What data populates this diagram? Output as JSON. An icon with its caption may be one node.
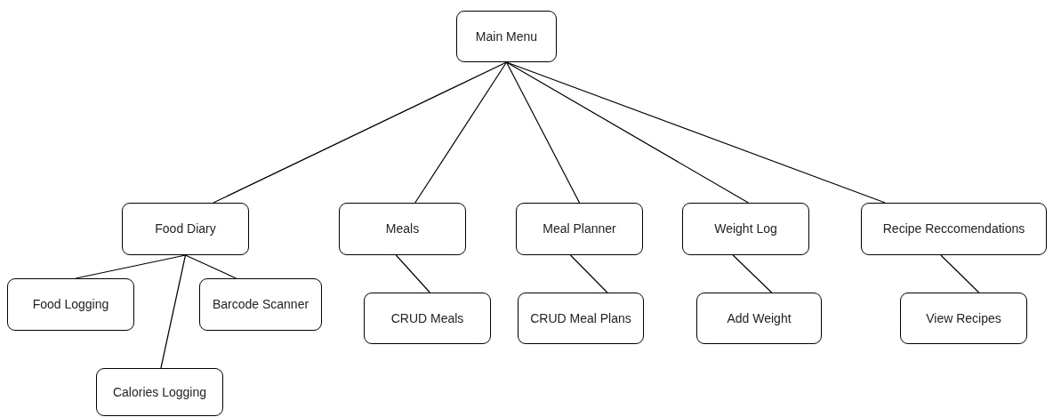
{
  "diagram": {
    "nodes": [
      {
        "text": [
          "Main Menu"
        ]
      },
      {
        "text": [
          "Food Diary"
        ]
      },
      {
        "text": [
          "Meals"
        ]
      },
      {
        "text": [
          "Meal Planner"
        ]
      },
      {
        "text": [
          "Weight Log"
        ]
      },
      {
        "text": [
          "Recipe Reccomendations"
        ]
      },
      {
        "text": [
          "Food Logging"
        ]
      },
      {
        "text": [
          "Barcode Scanner"
        ]
      },
      {
        "text": [
          "Calories Logging"
        ]
      },
      {
        "text": [
          "CRUD Meals"
        ]
      },
      {
        "text": [
          "CRUD Meal Plans"
        ]
      },
      {
        "text": [
          "Add Weight"
        ]
      },
      {
        "text": [
          "View Recipes"
        ]
      }
    ],
    "edges": [
      {
        "from": 0,
        "to": 1,
        "arrow": "none"
      },
      {
        "from": 0,
        "to": 2,
        "arrow": "none"
      },
      {
        "from": 0,
        "to": 3,
        "arrow": "none"
      },
      {
        "from": 0,
        "to": 4,
        "arrow": "none"
      },
      {
        "from": 0,
        "to": 5,
        "arrow": "none"
      },
      {
        "from": 1,
        "to": 6,
        "arrow": "none"
      },
      {
        "from": 1,
        "to": 7,
        "arrow": "none"
      },
      {
        "from": 1,
        "to": 8,
        "arrow": "none"
      },
      {
        "from": 2,
        "to": 9,
        "arrow": "none"
      },
      {
        "from": 3,
        "to": 10,
        "arrow": "none"
      },
      {
        "from": 4,
        "to": 11,
        "arrow": "none"
      },
      {
        "from": 5,
        "to": 12,
        "arrow": "none"
      }
    ]
  }
}
